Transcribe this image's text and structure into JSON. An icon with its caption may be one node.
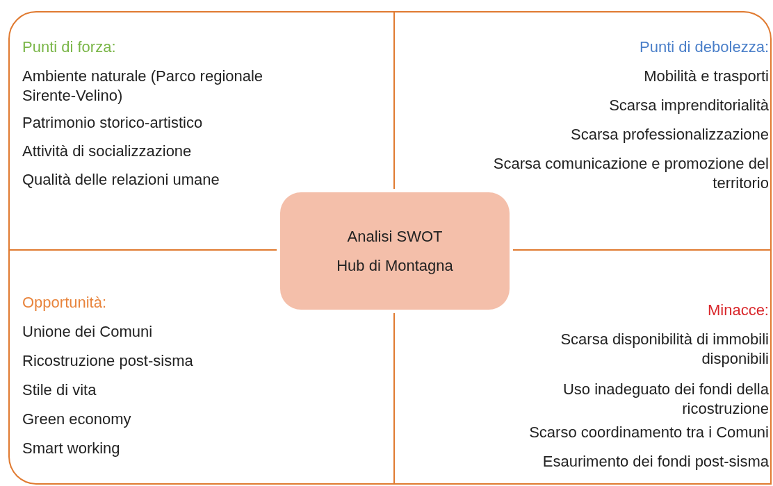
{
  "diagram": {
    "nodes": [
      {
        "text": [
          "Punti di forza:",
          "Ambiente naturale (Parco regionale Sirente-Velino)",
          "Patrimonio storico-artistico",
          "Attività di socializzazione",
          "Qualità delle relazioni umane"
        ]
      },
      {
        "text": [
          "Punti di debolezza:",
          "Mobilità e trasporti",
          "Scarsa imprenditorialità",
          "Scarsa professionalizzazione",
          "Scarsa comunicazione e promozione del territorio"
        ]
      },
      {
        "text": [
          "Analisi SWOT",
          "Hub di Montagna"
        ]
      },
      {
        "text": [
          "Opportunità:",
          "Unione dei Comuni",
          "Ricostruzione post-sisma",
          "Stile di vita",
          "Green economy",
          "Smart working"
        ]
      },
      {
        "text": [
          "Minacce:",
          "Scarsa disponibilità di immobili disponibili",
          "Uso inadeguato dei fondi della ricostruzione",
          "Scarso coordinamento tra i Comuni",
          "Esaurimento dei fondi post-sisma"
        ]
      }
    ],
    "edges": []
  }
}
